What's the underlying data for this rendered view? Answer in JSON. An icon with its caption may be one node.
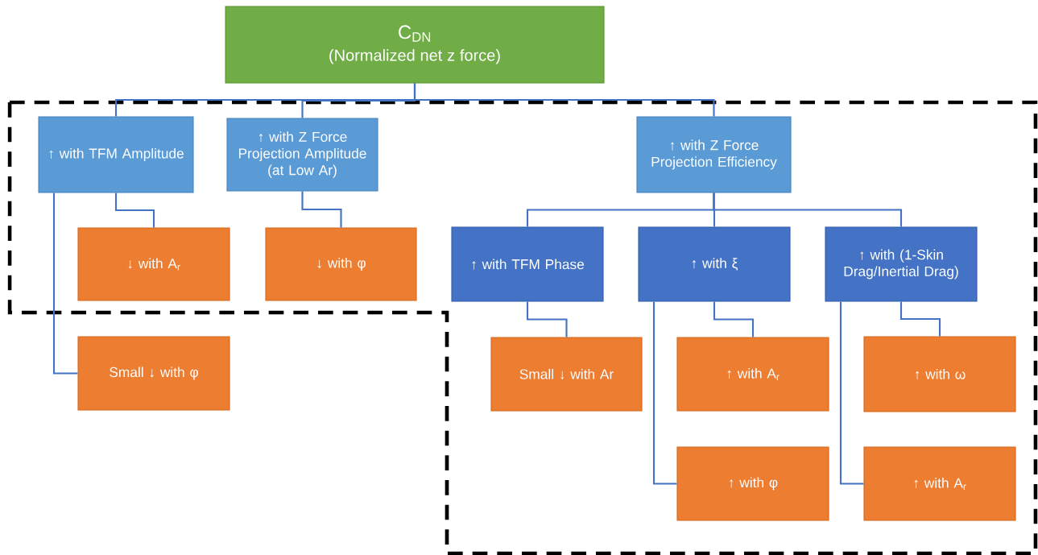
{
  "diagram": {
    "nodes": [
      {
        "text": [
          "C$_{DN}$",
          "(Normalized net z force)"
        ]
      },
      {
        "text": [
          "↑ with TFM Amplitude"
        ]
      },
      {
        "text": [
          "↑ with Z Force Projection Amplitude (at Low Ar)"
        ]
      },
      {
        "text": [
          "↑ with Z Force Projection Efficiency"
        ]
      },
      {
        "text": [
          "↓ with A$_{r}$"
        ]
      },
      {
        "text": [
          "Small ↓ with φ"
        ]
      },
      {
        "text": [
          "↓ with φ"
        ]
      },
      {
        "text": [
          "↑ with TFM Phase"
        ]
      },
      {
        "text": [
          "↑ with ξ"
        ]
      },
      {
        "text": [
          "↑ with (1-Skin Drag/Inertial Drag)"
        ]
      },
      {
        "text": [
          "Small ↓ with Ar"
        ]
      },
      {
        "text": [
          "↑ with A$_{r}$"
        ]
      },
      {
        "text": [
          "↑ with φ"
        ]
      },
      {
        "text": [
          "↑ with ω"
        ]
      },
      {
        "text": [
          "↑ with A$_{r}$"
        ]
      }
    ],
    "edges": [
      {
        "from": 0,
        "to": 1,
        "arrow": "none"
      },
      {
        "from": 0,
        "to": 2,
        "arrow": "none"
      },
      {
        "from": 0,
        "to": 3,
        "arrow": "none"
      },
      {
        "from": 1,
        "to": 4,
        "arrow": "none"
      },
      {
        "from": 1,
        "to": 5,
        "arrow": "none"
      },
      {
        "from": 2,
        "to": 6,
        "arrow": "none"
      },
      {
        "from": 3,
        "to": 7,
        "arrow": "none"
      },
      {
        "from": 3,
        "to": 8,
        "arrow": "none"
      },
      {
        "from": 3,
        "to": 9,
        "arrow": "none"
      },
      {
        "from": 7,
        "to": 10,
        "arrow": "none"
      },
      {
        "from": 8,
        "to": 11,
        "arrow": "none"
      },
      {
        "from": 8,
        "to": 12,
        "arrow": "none"
      },
      {
        "from": 9,
        "to": 13,
        "arrow": "none"
      },
      {
        "from": 9,
        "to": 14,
        "arrow": "none"
      }
    ]
  }
}
